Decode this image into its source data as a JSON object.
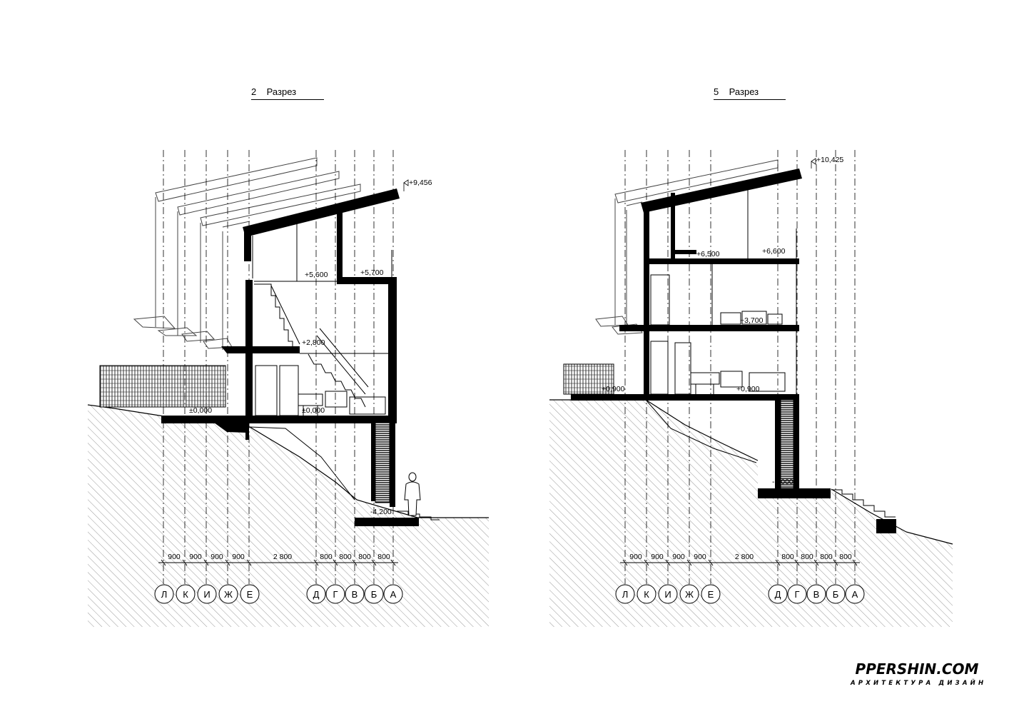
{
  "sections": [
    {
      "id": "left",
      "title": "2    Разрез",
      "levels": [
        "+9,456",
        "+5,600",
        "+5,700",
        "+2,800",
        "±0,000",
        "±0,000",
        "-4,200"
      ],
      "spacings": [
        "900",
        "900",
        "900",
        "900",
        "2 800",
        "800",
        "800",
        "800",
        "800"
      ],
      "axes": [
        "Л",
        "К",
        "И",
        "Ж",
        "Е",
        "Д",
        "Г",
        "В",
        "Б",
        "А"
      ]
    },
    {
      "id": "right",
      "title": "5    Разрез",
      "levels": [
        "+10,425",
        "+6,500",
        "+6,600",
        "+3,700",
        "+0,900",
        "+0,900",
        "-3,000"
      ],
      "spacings": [
        "900",
        "900",
        "900",
        "900",
        "2 800",
        "800",
        "800",
        "800",
        "800"
      ],
      "axes": [
        "Л",
        "К",
        "И",
        "Ж",
        "Е",
        "Д",
        "Г",
        "В",
        "Б",
        "А"
      ]
    }
  ],
  "brand": {
    "name": "PPERSHIN.COM",
    "tagline": "АРХИТЕКТУРА ДИЗАЙН"
  }
}
